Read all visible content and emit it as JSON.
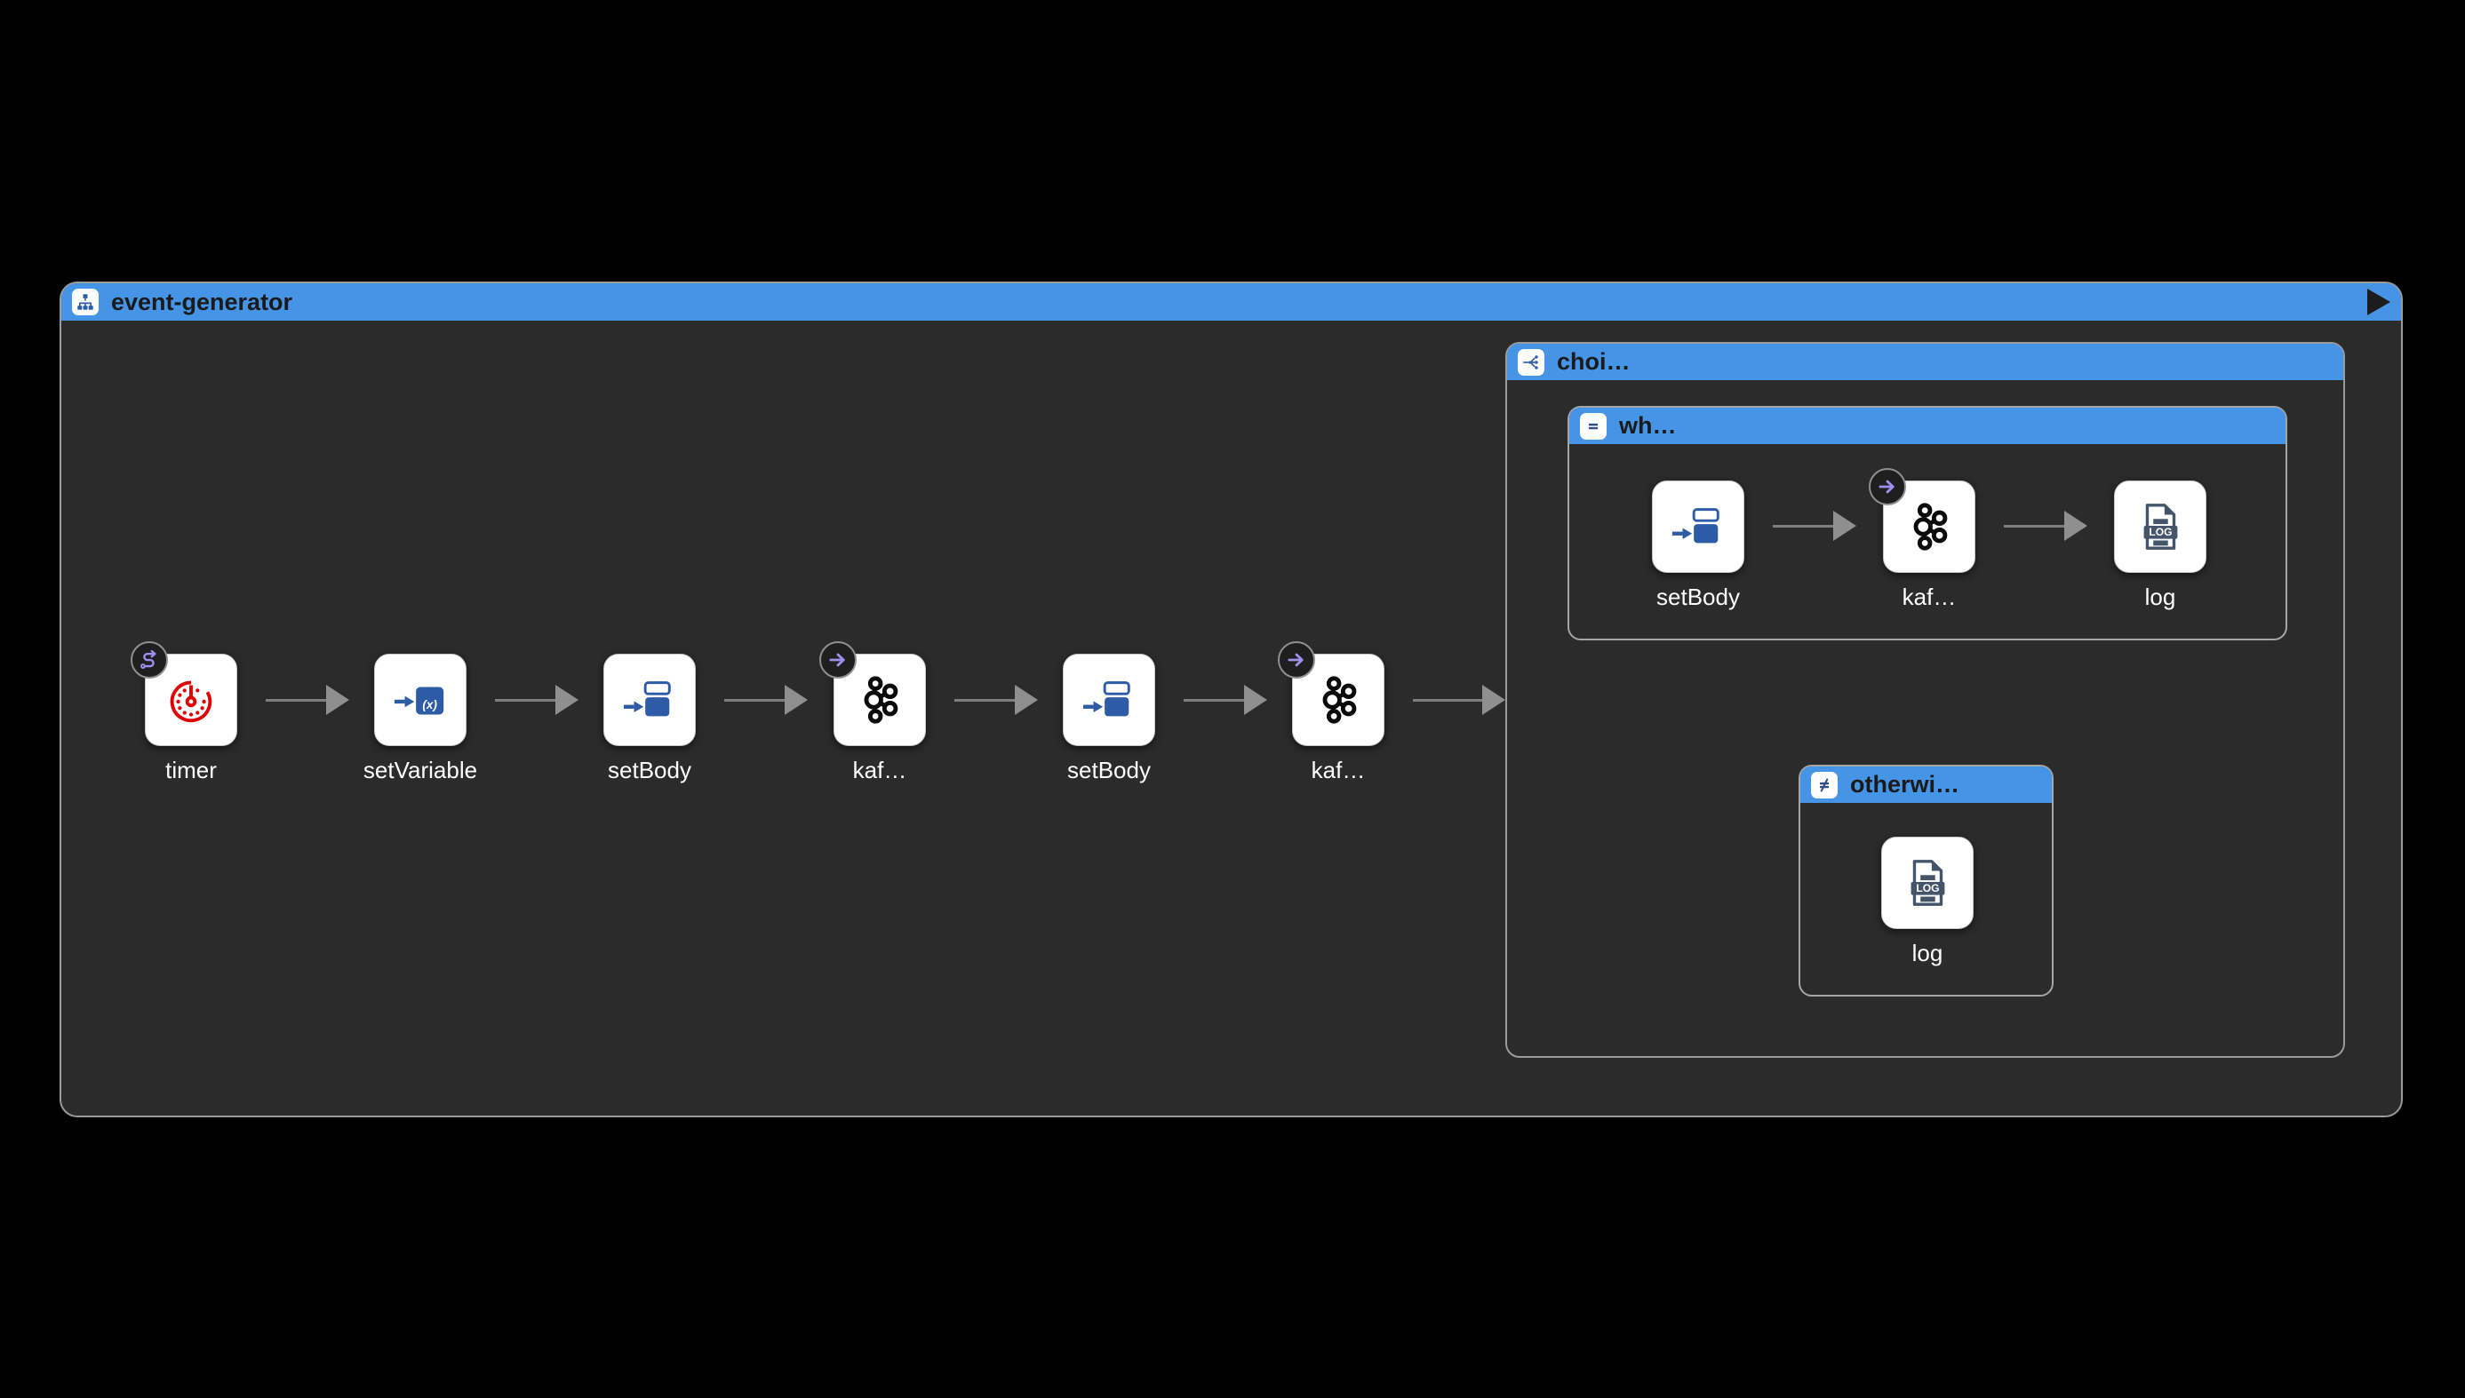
{
  "colors": {
    "header_blue": "#4594e6",
    "page_bg": "#000000",
    "group_bg": "#2b2b2b",
    "group_border": "#9b9b9b",
    "node_bg": "#ffffff",
    "node_label_text": "#ffffff",
    "header_text": "#1a1a1a",
    "arrow_gray": "#7e7e7e",
    "badge_purple": "#a08ff0",
    "timer_red": "#e00000",
    "icon_blue": "#2d5ba6",
    "log_navy": "#44546a"
  },
  "root_group": {
    "title": "event-generator",
    "header_icon": "sitemap-icon",
    "action_icon": "play-icon"
  },
  "main_flow": {
    "nodes": [
      {
        "label": "timer",
        "icon": "timer-icon",
        "badge": "route-arrow-badge"
      },
      {
        "label": "setVariable",
        "icon": "set-variable-icon"
      },
      {
        "label": "setBody",
        "icon": "set-body-icon"
      },
      {
        "label": "kaf…",
        "icon": "kafka-icon",
        "badge": "arrow-right-badge"
      },
      {
        "label": "setBody",
        "icon": "set-body-icon"
      },
      {
        "label": "kaf…",
        "icon": "kafka-icon",
        "badge": "arrow-right-badge"
      }
    ]
  },
  "choice_group": {
    "title": "choi…",
    "header_icon": "choice-icon",
    "when_branch": {
      "title": "wh…",
      "header_icon": "equals-icon",
      "nodes": [
        {
          "label": "setBody",
          "icon": "set-body-icon"
        },
        {
          "label": "kaf…",
          "icon": "kafka-icon",
          "badge": "arrow-right-badge"
        },
        {
          "label": "log",
          "icon": "log-icon"
        }
      ]
    },
    "otherwise_branch": {
      "title": "otherwi…",
      "header_icon": "not-equals-icon",
      "nodes": [
        {
          "label": "log",
          "icon": "log-icon"
        }
      ]
    }
  },
  "icon_text": {
    "set_variable": "(x)",
    "log": "LOG"
  }
}
